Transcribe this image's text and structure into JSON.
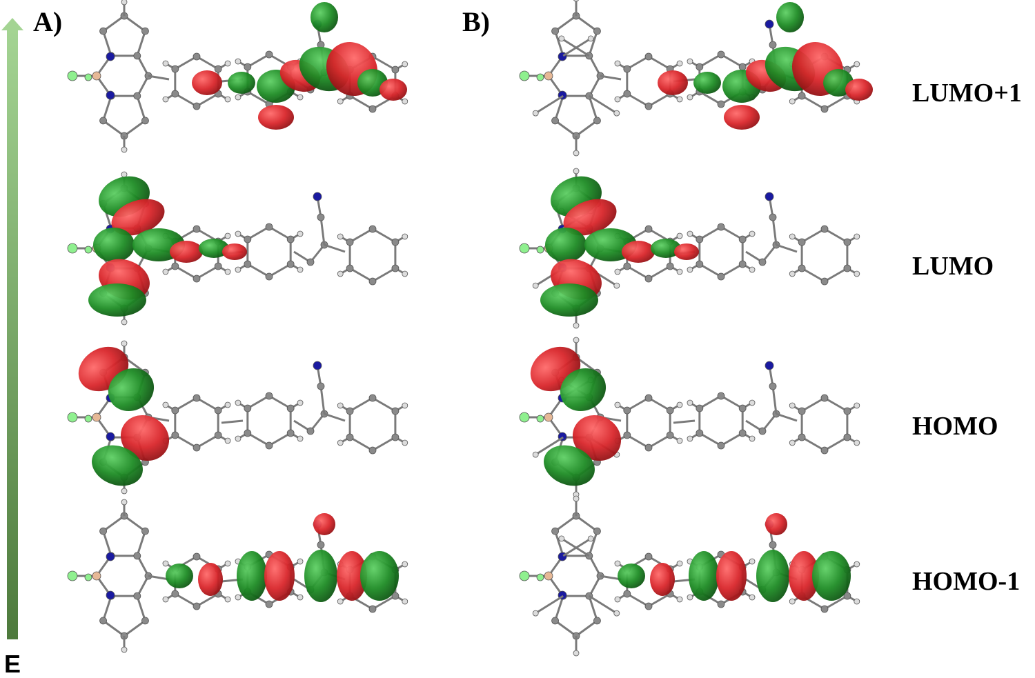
{
  "axis": {
    "label": "E",
    "arrow_color_top": "#9bc98a",
    "arrow_color_bottom": "#4a7a38"
  },
  "panels": [
    {
      "id": "A",
      "label": "A)"
    },
    {
      "id": "B",
      "label": "B)"
    }
  ],
  "orbitals": [
    {
      "id": "lumo1",
      "label": "LUMO+1"
    },
    {
      "id": "lumo",
      "label": "LUMO"
    },
    {
      "id": "homo",
      "label": "HOMO"
    },
    {
      "id": "homo1",
      "label": "HOMO-1"
    }
  ],
  "lobe_colors": {
    "positive": "#d9262b",
    "negative": "#1e8c25"
  },
  "atom_colors": {
    "carbon": "#8a8a8a",
    "hydrogen": "#dcdcdc",
    "nitrogen": "#1a1aa0",
    "boron": "#e6b896",
    "fluorine": "#8ff08f"
  }
}
